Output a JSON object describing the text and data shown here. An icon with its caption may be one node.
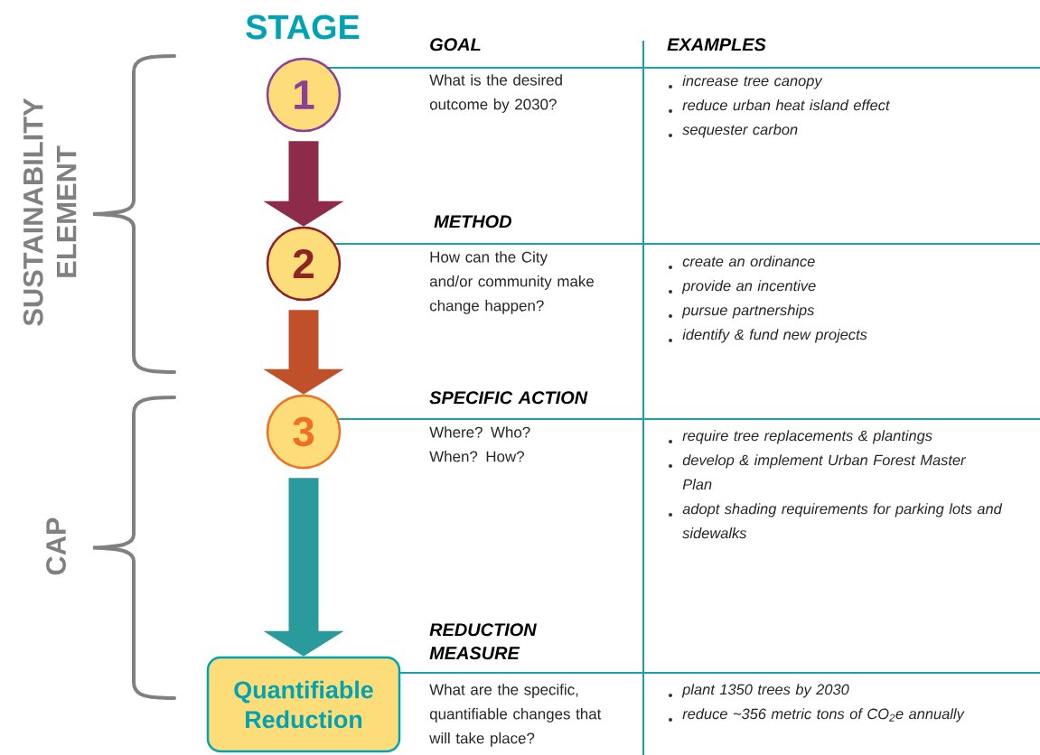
{
  "diagram": {
    "nodes": [
      {
        "text": [
          "1"
        ]
      },
      {
        "text": [
          "2"
        ]
      },
      {
        "text": [
          "3"
        ]
      },
      {
        "text": [
          "Quantifiable Reduction"
        ]
      }
    ],
    "edges": [
      {
        "from": 0,
        "to": 1,
        "arrow": "to",
        "color": "#8e2a4a"
      },
      {
        "from": 1,
        "to": 2,
        "arrow": "to",
        "color": "#c0502a"
      },
      {
        "from": 2,
        "to": 3,
        "arrow": "to",
        "color": "#2a9a9c"
      }
    ],
    "labels": [
      "STAGE",
      "SUSTAINABILITY ELEMENT",
      "CAP",
      "GOAL",
      "EXAMPLES",
      "What is the desired outcome by 2030?",
      "increase tree canopy",
      "reduce urban heat island effect",
      "sequester carbon",
      "METHOD",
      "How can the City and/or community make change happen?",
      "create an ordinance",
      "provide an incentive",
      "pursue partnerships",
      "identify & fund new projects",
      "SPECIFIC ACTION",
      "Where? Who? When? How?",
      "require tree replacements & plantings",
      "develop & implement Urban Forest Master Plan",
      "adopt shading requirements for parking lots and sidewalks",
      "REDUCTION MEASURE",
      "What are the specific, quantifiable changes that will take place?",
      "plant 1350 trees by 2030",
      "reduce ~356 metric tons of CO$_{2}$e annually"
    ]
  }
}
